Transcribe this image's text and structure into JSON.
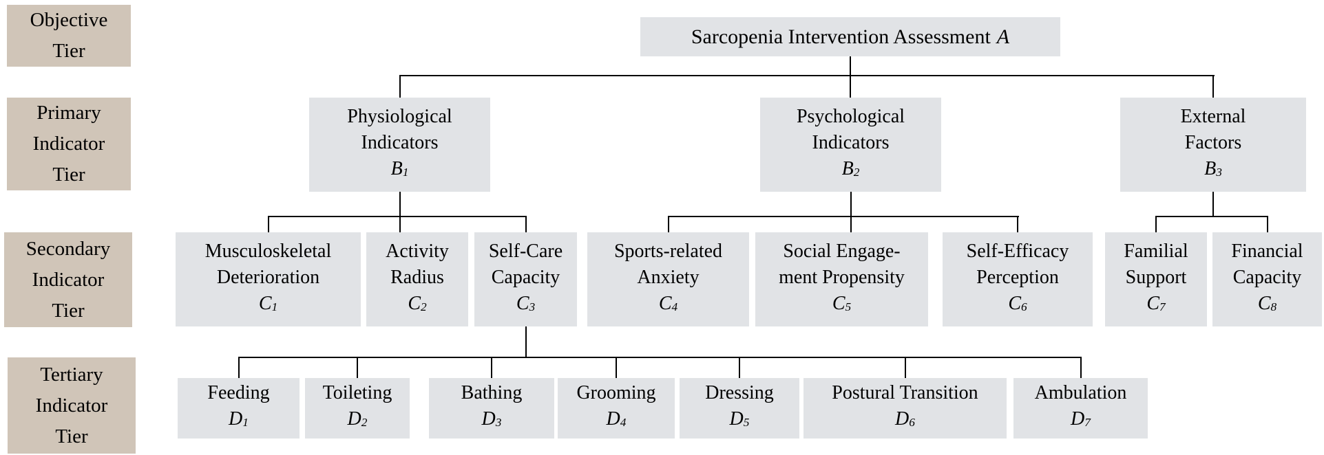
{
  "tiers": [
    {
      "id": "objective",
      "lines": [
        "Objective",
        "Tier"
      ]
    },
    {
      "id": "primary",
      "lines": [
        "Primary",
        "Indicator",
        "Tier"
      ]
    },
    {
      "id": "secondary",
      "lines": [
        "Secondary",
        "Indicator",
        "Tier"
      ]
    },
    {
      "id": "tertiary",
      "lines": [
        "Tertiary",
        "Indicator",
        "Tier"
      ]
    }
  ],
  "nodes": [
    {
      "id": "A",
      "label": [
        "Sarcopenia Intervention Assessment"
      ],
      "symbol": "A",
      "sub": "",
      "symbol_inline": true
    },
    {
      "id": "B1",
      "label": [
        "Physiological",
        "Indicators"
      ],
      "symbol": "B",
      "sub": "1"
    },
    {
      "id": "B2",
      "label": [
        "Psychological",
        "Indicators"
      ],
      "symbol": "B",
      "sub": "2"
    },
    {
      "id": "B3",
      "label": [
        "External",
        "Factors"
      ],
      "symbol": "B",
      "sub": "3"
    },
    {
      "id": "C1",
      "label": [
        "Musculoskeletal",
        "Deterioration"
      ],
      "symbol": "C",
      "sub": "1"
    },
    {
      "id": "C2",
      "label": [
        "Activity",
        "Radius"
      ],
      "symbol": "C",
      "sub": "2"
    },
    {
      "id": "C3",
      "label": [
        "Self-Care",
        "Capacity"
      ],
      "symbol": "C",
      "sub": "3"
    },
    {
      "id": "C4",
      "label": [
        "Sports-related",
        "Anxiety"
      ],
      "symbol": "C",
      "sub": "4"
    },
    {
      "id": "C5",
      "label": [
        "Social Engage-",
        "ment Propensity"
      ],
      "symbol": "C",
      "sub": "5"
    },
    {
      "id": "C6",
      "label": [
        "Self-Efficacy",
        "Perception"
      ],
      "symbol": "C",
      "sub": "6"
    },
    {
      "id": "C7",
      "label": [
        "Familial",
        "Support"
      ],
      "symbol": "C",
      "sub": "7"
    },
    {
      "id": "C8",
      "label": [
        "Financial",
        "Capacity"
      ],
      "symbol": "C",
      "sub": "8"
    },
    {
      "id": "D1",
      "label": [
        "Feeding"
      ],
      "symbol": "D",
      "sub": "1"
    },
    {
      "id": "D2",
      "label": [
        "Toileting"
      ],
      "symbol": "D",
      "sub": "2"
    },
    {
      "id": "D3",
      "label": [
        "Bathing"
      ],
      "symbol": "D",
      "sub": "3"
    },
    {
      "id": "D4",
      "label": [
        "Grooming"
      ],
      "symbol": "D",
      "sub": "4"
    },
    {
      "id": "D5",
      "label": [
        "Dressing"
      ],
      "symbol": "D",
      "sub": "5"
    },
    {
      "id": "D6",
      "label": [
        "Postural Transition"
      ],
      "symbol": "D",
      "sub": "6"
    },
    {
      "id": "D7",
      "label": [
        "Ambulation"
      ],
      "symbol": "D",
      "sub": "7"
    }
  ],
  "edges": [
    {
      "parent": "A",
      "children": [
        "B1",
        "B2",
        "B3"
      ]
    },
    {
      "parent": "B1",
      "children": [
        "C1",
        "C2",
        "C3"
      ]
    },
    {
      "parent": "B2",
      "children": [
        "C4",
        "C5",
        "C6"
      ]
    },
    {
      "parent": "B3",
      "children": [
        "C7",
        "C8"
      ]
    },
    {
      "parent": "C3",
      "children": [
        "D1",
        "D2",
        "D3",
        "D4",
        "D5",
        "D6",
        "D7"
      ]
    }
  ],
  "colors": {
    "node_fill": "#e1e3e6",
    "tier_fill": "#d0c5b8",
    "line": "#000000",
    "text": "#000000",
    "background": "#ffffff"
  }
}
